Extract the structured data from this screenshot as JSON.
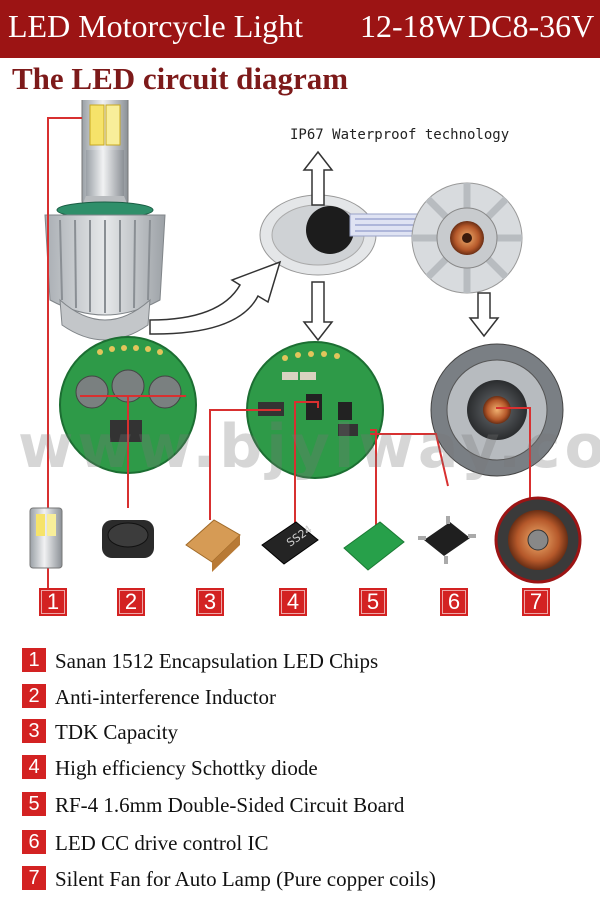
{
  "header": {
    "product": "LED Motorcycle Light",
    "power": "12-18W",
    "voltage": "DC8-36V"
  },
  "subtitle": "The LED circuit diagram",
  "ip67_label": "IP67 Waterproof technology",
  "watermark": "www.bjylway.com",
  "numbers": [
    "1",
    "2",
    "3",
    "4",
    "5",
    "6",
    "7"
  ],
  "legend": [
    {
      "num": "1",
      "text": "Sanan 1512 Encapsulation LED Chips"
    },
    {
      "num": "2",
      "text": "Anti-interference Inductor"
    },
    {
      "num": "3",
      "text": "TDK Capacity"
    },
    {
      "num": "4",
      "text": "High efficiency Schottky diode"
    },
    {
      "num": "5",
      "text": "RF-4 1.6mm Double-Sided Circuit Board"
    },
    {
      "num": "6",
      "text": "LED CC drive control IC"
    },
    {
      "num": "7",
      "text": "Silent Fan for Auto Lamp (Pure copper coils)"
    }
  ],
  "board_marks": {
    "diode": "SS24"
  },
  "colors": {
    "header_bg": "#9c1414",
    "title_color": "#7d1a1a",
    "badge_red": "#d32222",
    "leader_red": "#d83030",
    "pcb_green": "#2e9a48"
  }
}
